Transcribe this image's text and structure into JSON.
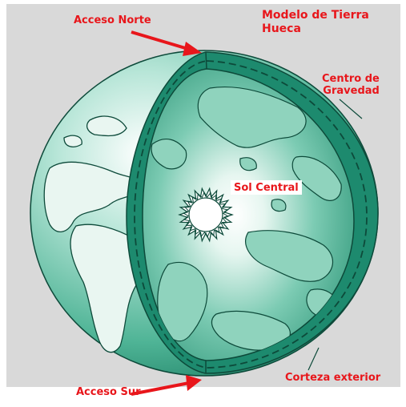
{
  "title": {
    "line1": "Modelo de Tierra",
    "line2": "Hueca"
  },
  "labels": {
    "north_access": "Acceso Norte",
    "south_access": "Acceso Sur",
    "gravity_line1": "Centro de",
    "gravity_line2": "Gravedad",
    "central_sun": "Sol Central",
    "outer_crust": "Corteza exterior"
  },
  "colors": {
    "background": "#d9d9d9",
    "label_red": "#e8161b",
    "shell_dark": "#1d8a6e",
    "globe_light": "#cfece3",
    "ocean": "#6cc4aa",
    "outline": "#0d4a3a"
  }
}
